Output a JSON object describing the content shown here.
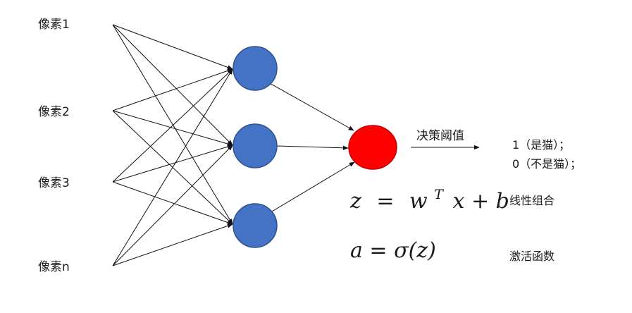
{
  "inputs": [
    "像素1",
    "像素2",
    "像素3",
    "像素n"
  ],
  "decision_label": "决策阈值",
  "outputs": [
    "1（是猫）；",
    "0（不是猫）；"
  ],
  "formula_linear": {
    "lhs": "z",
    "eq": "=",
    "w": "w",
    "sup": "T",
    "rest": "x + b"
  },
  "formula_activation": "a = σ(z)",
  "linear_label": "线性组合",
  "activation_label": "激活函数",
  "colors": {
    "hidden_node": "#4472C4",
    "output_node": "#FF0000",
    "edge": "#111111"
  },
  "icons": [
    "hidden-neuron",
    "output-neuron",
    "arrow"
  ]
}
